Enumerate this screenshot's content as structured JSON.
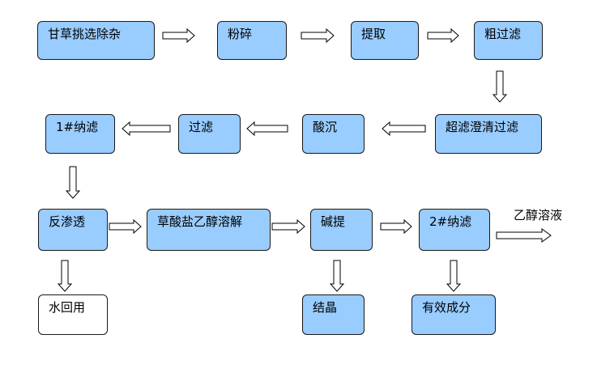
{
  "diagram": {
    "nodes": {
      "n1": "甘草挑选除杂",
      "n2": "粉碎",
      "n3": "提取",
      "n4": "粗过滤",
      "n5": "超滤澄清过滤",
      "n6": "酸沉",
      "n7": "过滤",
      "n8": "1#纳滤",
      "n9": "反渗透",
      "n10": "草酸盐乙醇溶解",
      "n11": "碱提",
      "n12": "2#纳滤",
      "n13": "水回用",
      "n14": "结晶",
      "n15": "有效成分"
    },
    "output_label": "乙醇溶液",
    "colors": {
      "node_fill": "#99ccff",
      "node_border": "#1a1a1a",
      "plain_fill": "#ffffff"
    }
  }
}
